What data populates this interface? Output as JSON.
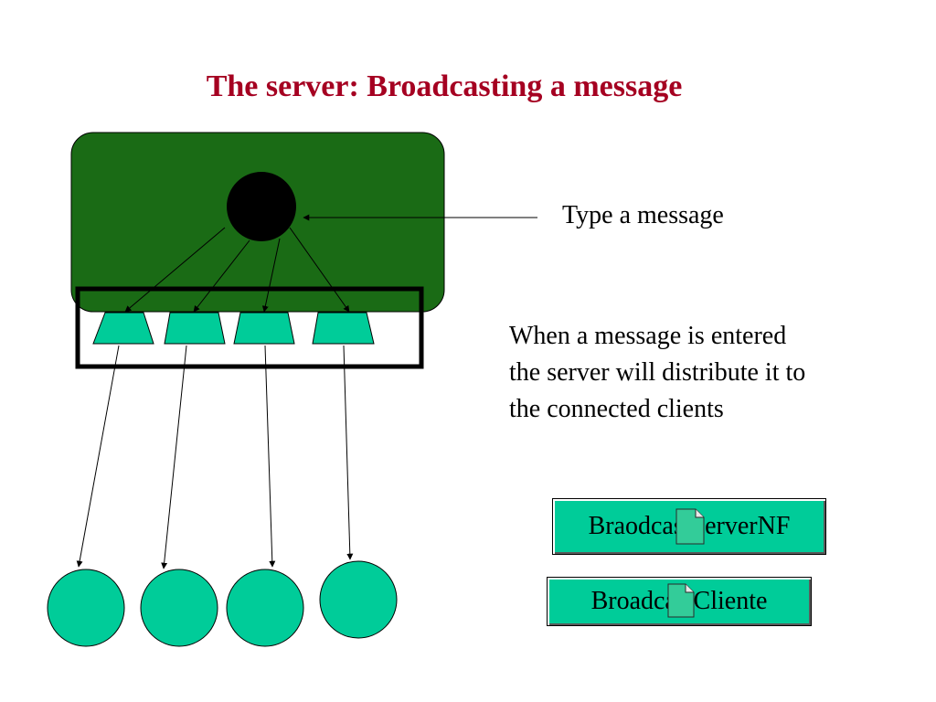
{
  "slide": {
    "title": "The server: Broadcasting a message",
    "input_label": "Type a message",
    "description_lines": [
      "When a message is entered",
      "the server will distribute it to",
      "the connected clients"
    ]
  },
  "files": {
    "server_label": "BraodcastServerNF",
    "client_label": "BroadcastCliente"
  },
  "colors": {
    "title": "#a50021",
    "server_box": "#1a6b15",
    "client": "#00cc99",
    "file_icon": "#33cc99"
  }
}
